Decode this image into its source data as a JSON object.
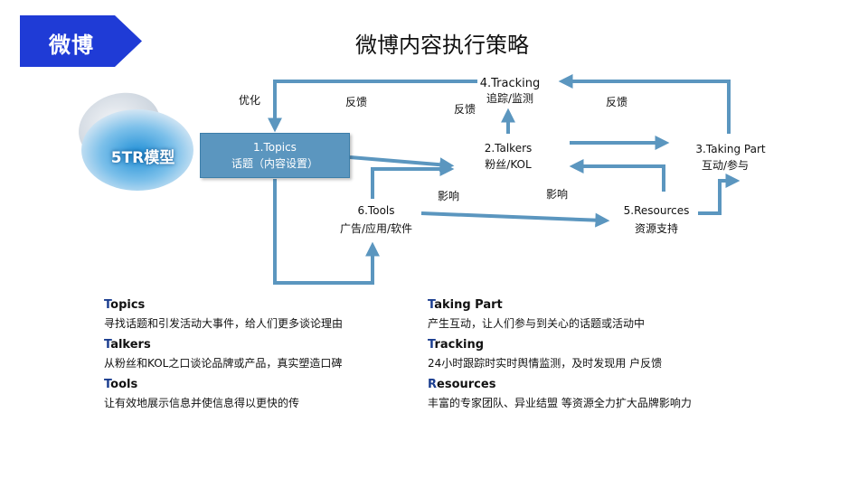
{
  "tag": {
    "label": "微博",
    "color": "#1f3bd6"
  },
  "title": "微博内容执行策略",
  "model_label": "5TR模型",
  "nodes": {
    "topics": {
      "line1": "1.Topics",
      "line2": "话题（内容设置）"
    },
    "talkers": {
      "line1": "2.Talkers",
      "line2": "粉丝/KOL"
    },
    "taking_part": {
      "line1": "3.Taking Part",
      "line2": "互动/参与"
    },
    "tracking": {
      "line1": "4.Tracking",
      "line2": "追踪/监测"
    },
    "resources": {
      "line1": "5.Resources",
      "line2": "资源支持"
    },
    "tools": {
      "line1": "6.Tools",
      "line2": "广告/应用/软件"
    }
  },
  "edge_labels": {
    "optimize": "优化",
    "feedback_left": "反馈",
    "feedback_mid": "反馈",
    "feedback_right": "反馈",
    "influence_left": "影响",
    "influence_right": "影响"
  },
  "descriptions": {
    "left": [
      {
        "cap": "T",
        "rest": "opics",
        "text": "寻找话题和引发活动大事件，给人们更多谈论理由"
      },
      {
        "cap": "T",
        "rest": "alkers",
        "text": "从粉丝和KOL之口谈论品牌或产品，真实塑造口碑"
      },
      {
        "cap": "T",
        "rest": "ools",
        "text": "让有效地展示信息并使信息得以更快的传"
      }
    ],
    "right": [
      {
        "cap": "T",
        "rest": "aking Part",
        "text": "产生互动，让人们参与到关心的话题或活动中"
      },
      {
        "cap": "T",
        "rest": "racking",
        "text": "24小时跟踪时实时舆情监测，及时发现用 户反馈"
      },
      {
        "cap": "R",
        "rest": "esources",
        "text": "丰富的专家团队、异业结盟 等资源全力扩大品牌影响力"
      }
    ]
  },
  "colors": {
    "arrow": "#5b96bf",
    "accent": "#1a3d8f"
  }
}
